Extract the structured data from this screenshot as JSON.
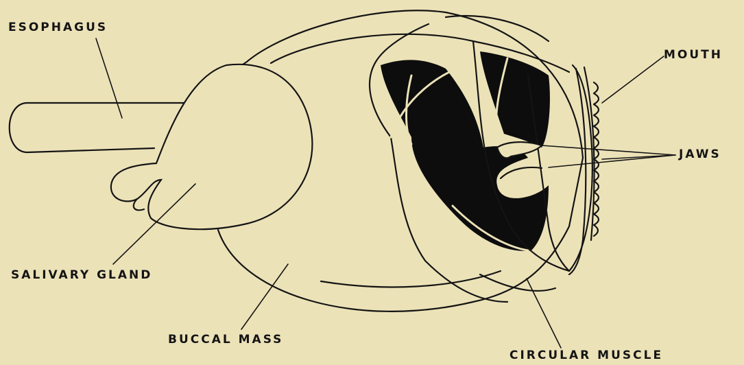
{
  "labels": {
    "esophagus": "ESOPHAGUS",
    "mouth": "MOUTH",
    "jaws": "JAWS",
    "salivary_gland": "SALIVARY GLAND",
    "buccal_mass": "BUCCAL MASS",
    "circular_muscle": "CIRCULAR MUSCLE"
  },
  "colors": {
    "background": "#ece2b8",
    "ink": "#141414"
  }
}
